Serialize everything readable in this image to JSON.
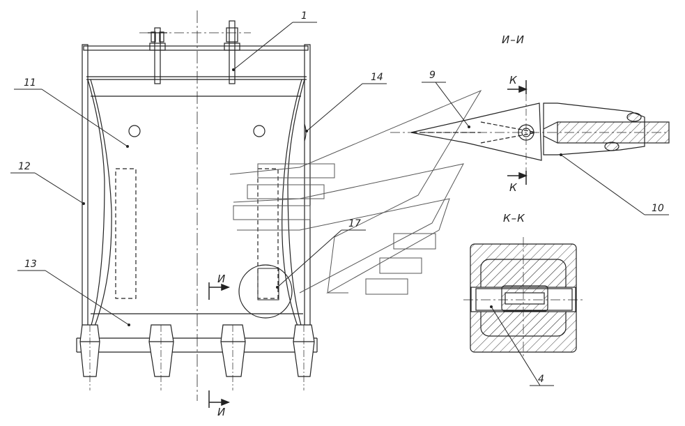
{
  "callouts": {
    "c1": "1",
    "c4": "4",
    "c9": "9",
    "c10": "10",
    "c11": "11",
    "c12": "12",
    "c13": "13",
    "c14": "14",
    "c17": "17"
  },
  "section_marks": {
    "section_i_title": "И–И",
    "section_k_title": "К–К",
    "cut_i_upper": "И",
    "cut_i_lower": "И",
    "cut_k_upper": "К",
    "cut_k_lower": "К"
  },
  "colors": {
    "line": "#222222",
    "hatch": "#444444",
    "background": "#ffffff"
  }
}
